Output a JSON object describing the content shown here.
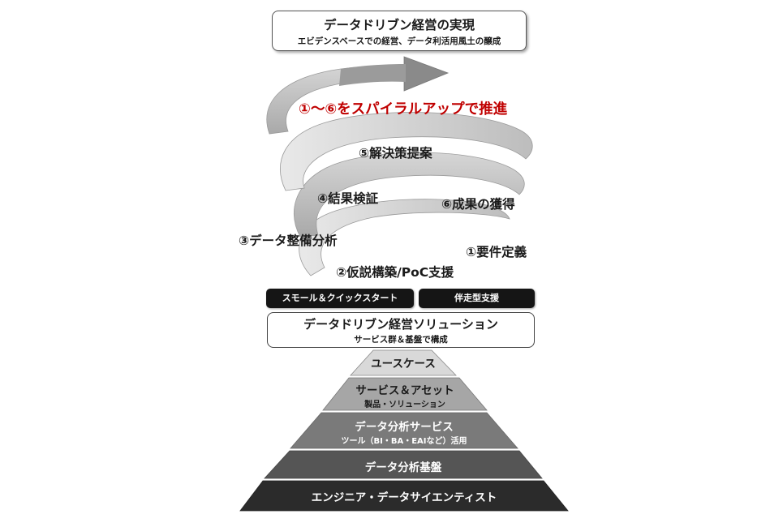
{
  "goal": {
    "title": "データドリブン経営の実現",
    "subtitle": "エビデンスベースでの経営、データ利活用風土の醸成"
  },
  "spiral": {
    "caption": "①～⑥をスパイラルアップで推進",
    "steps": [
      "①要件定義",
      "②仮説構築/PoC支援",
      "③データ整備分析",
      "④結果検証",
      "⑤解決策提案",
      "⑥成果の獲得"
    ]
  },
  "tags": [
    "スモール＆クイックスタート",
    "伴走型支援"
  ],
  "solution": {
    "title": "データドリブン経営ソリューション",
    "subtitle": "サービス群＆基盤で構成"
  },
  "pyramid": [
    {
      "title": "ユースケース",
      "subtitle": ""
    },
    {
      "title": "サービス＆アセット",
      "subtitle": "製品・ソリューション"
    },
    {
      "title": "データ分析サービス",
      "subtitle": "ツール（BI・BA・EAIなど）活用"
    },
    {
      "title": "データ分析基盤",
      "subtitle": ""
    },
    {
      "title": "エンジニア・データサイエンティスト",
      "subtitle": ""
    }
  ],
  "colors": {
    "accent_red": "#c00000",
    "spiral_gray": "#b8b8b8",
    "arrow_gray": "#8a8a8a",
    "tier_colors": [
      "#d9d9d9",
      "#a6a6a6",
      "#7a7a7a",
      "#555555",
      "#2b2b2b"
    ],
    "tier_text": [
      "#1a1a1a",
      "#1a1a1a",
      "#ffffff",
      "#ffffff",
      "#ffffff"
    ]
  }
}
